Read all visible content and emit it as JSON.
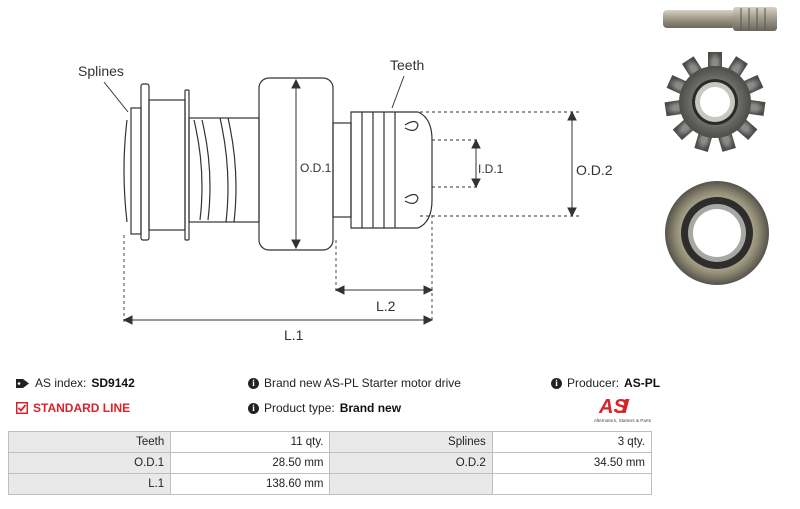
{
  "diagram": {
    "labels": {
      "splines": "Splines",
      "teeth": "Teeth",
      "od1": "O.D.1",
      "id1": "I.D.1",
      "od2": "O.D.2",
      "l2": "L.2",
      "l1": "L.1"
    }
  },
  "info": {
    "as_index_label": "AS index:",
    "as_index_value": "SD9142",
    "description": "Brand new AS-PL Starter motor drive",
    "producer_label": "Producer:",
    "producer_value": "AS-PL",
    "standard_line": "STANDARD LINE",
    "product_type_label": "Product type:",
    "product_type_value": "Brand new"
  },
  "logo": {
    "mark": "AS",
    "tagline": "Alternators, Starters & Parts"
  },
  "specs": {
    "rows": [
      {
        "l1": "Teeth",
        "v1": "11 qty.",
        "l2": "Splines",
        "v2": "3 qty."
      },
      {
        "l1": "O.D.1",
        "v1": "28.50 mm",
        "l2": "O.D.2",
        "v2": "34.50 mm"
      },
      {
        "l1": "L.1",
        "v1": "138.60 mm",
        "l2": "",
        "v2": ""
      }
    ]
  },
  "colors": {
    "accent": "#d8232a",
    "label_bg": "#e9e9e9",
    "border": "#bfbfbf"
  }
}
